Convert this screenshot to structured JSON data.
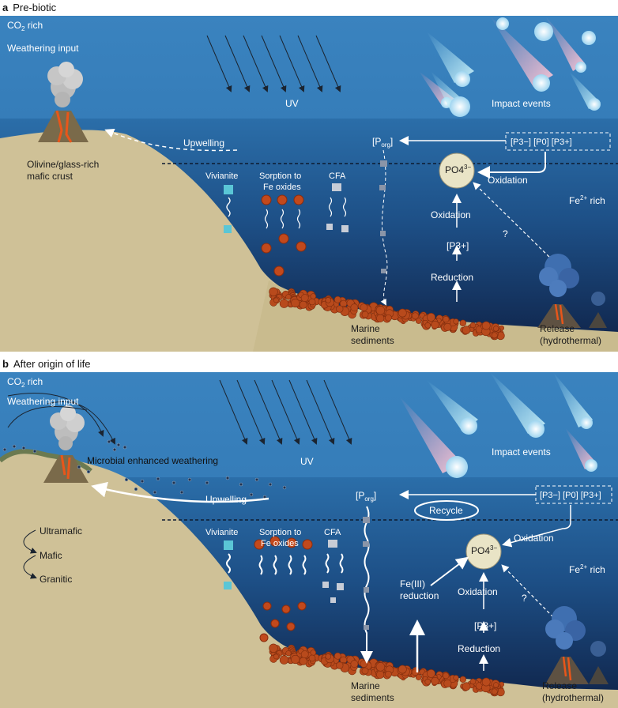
{
  "panel_a": {
    "letter": "a",
    "title": "Pre-biotic",
    "co2": "CO",
    "co2_sub": "2",
    "co2_rest": " rich",
    "weathering": "Weathering input",
    "uv": "UV",
    "impact": "Impact events",
    "upwelling": "Upwelling",
    "crust_line1": "Olivine/glass-rich",
    "crust_line2": "mafic crust",
    "vivianite": "Vivianite",
    "sorption_line1": "Sorption to",
    "sorption_line2": "Fe oxides",
    "cfa": "CFA",
    "porg": "[P",
    "porg_sub": "org",
    "porg_close": "]",
    "p_species": [
      "[P3−]",
      "[P0]",
      "[P3+]"
    ],
    "po4": "PO4",
    "po4_sup": "3−",
    "oxidation_top": "Oxidation",
    "fe2": "Fe",
    "fe2_sup": "2+",
    "fe2_rest": " rich",
    "oxidation_mid": "Oxidation",
    "p3": "[P3+]",
    "reduction": "Reduction",
    "question": "?",
    "marine_line1": "Marine",
    "marine_line2": "sediments",
    "release_line1": "Release",
    "release_line2": "(hydrothermal)"
  },
  "panel_b": {
    "letter": "b",
    "title": "After origin of life",
    "co2": "CO",
    "co2_sub": "2",
    "co2_rest": " rich",
    "weathering": "Weathering input",
    "microbial": "Microbial enhanced weathering",
    "uv": "UV",
    "impact": "Impact events",
    "upwelling": "Upwelling",
    "rock_types": [
      "Ultramafic",
      "Mafic",
      "Granitic"
    ],
    "vivianite": "Vivianite",
    "sorption_line1": "Sorption to",
    "sorption_line2": "Fe oxides",
    "cfa": "CFA",
    "porg": "[P",
    "porg_sub": "org",
    "porg_close": "]",
    "recycle": "Recycle",
    "p_species": [
      "[P3−]",
      "[P0]",
      "[P3+]"
    ],
    "po4": "PO4",
    "po4_sup": "3−",
    "oxidation_top": "Oxidation",
    "fe2": "Fe",
    "fe2_sup": "2+",
    "fe2_rest": " rich",
    "fe3_line1": "Fe(III)",
    "fe3_line2": "reduction",
    "oxidation_mid": "Oxidation",
    "p3": "[P3+]",
    "reduction": "Reduction",
    "question": "?",
    "marine_line1": "Marine",
    "marine_line2": "sediments",
    "release_line1": "Release",
    "release_line2": "(hydrothermal)"
  },
  "colors": {
    "sky": "#2f79b6",
    "ocean_top": "#2a6aa6",
    "ocean_bottom": "#13294f",
    "land": "#d2c49a",
    "sediment": "#b84a1c",
    "cream": "#ebe6c8"
  }
}
